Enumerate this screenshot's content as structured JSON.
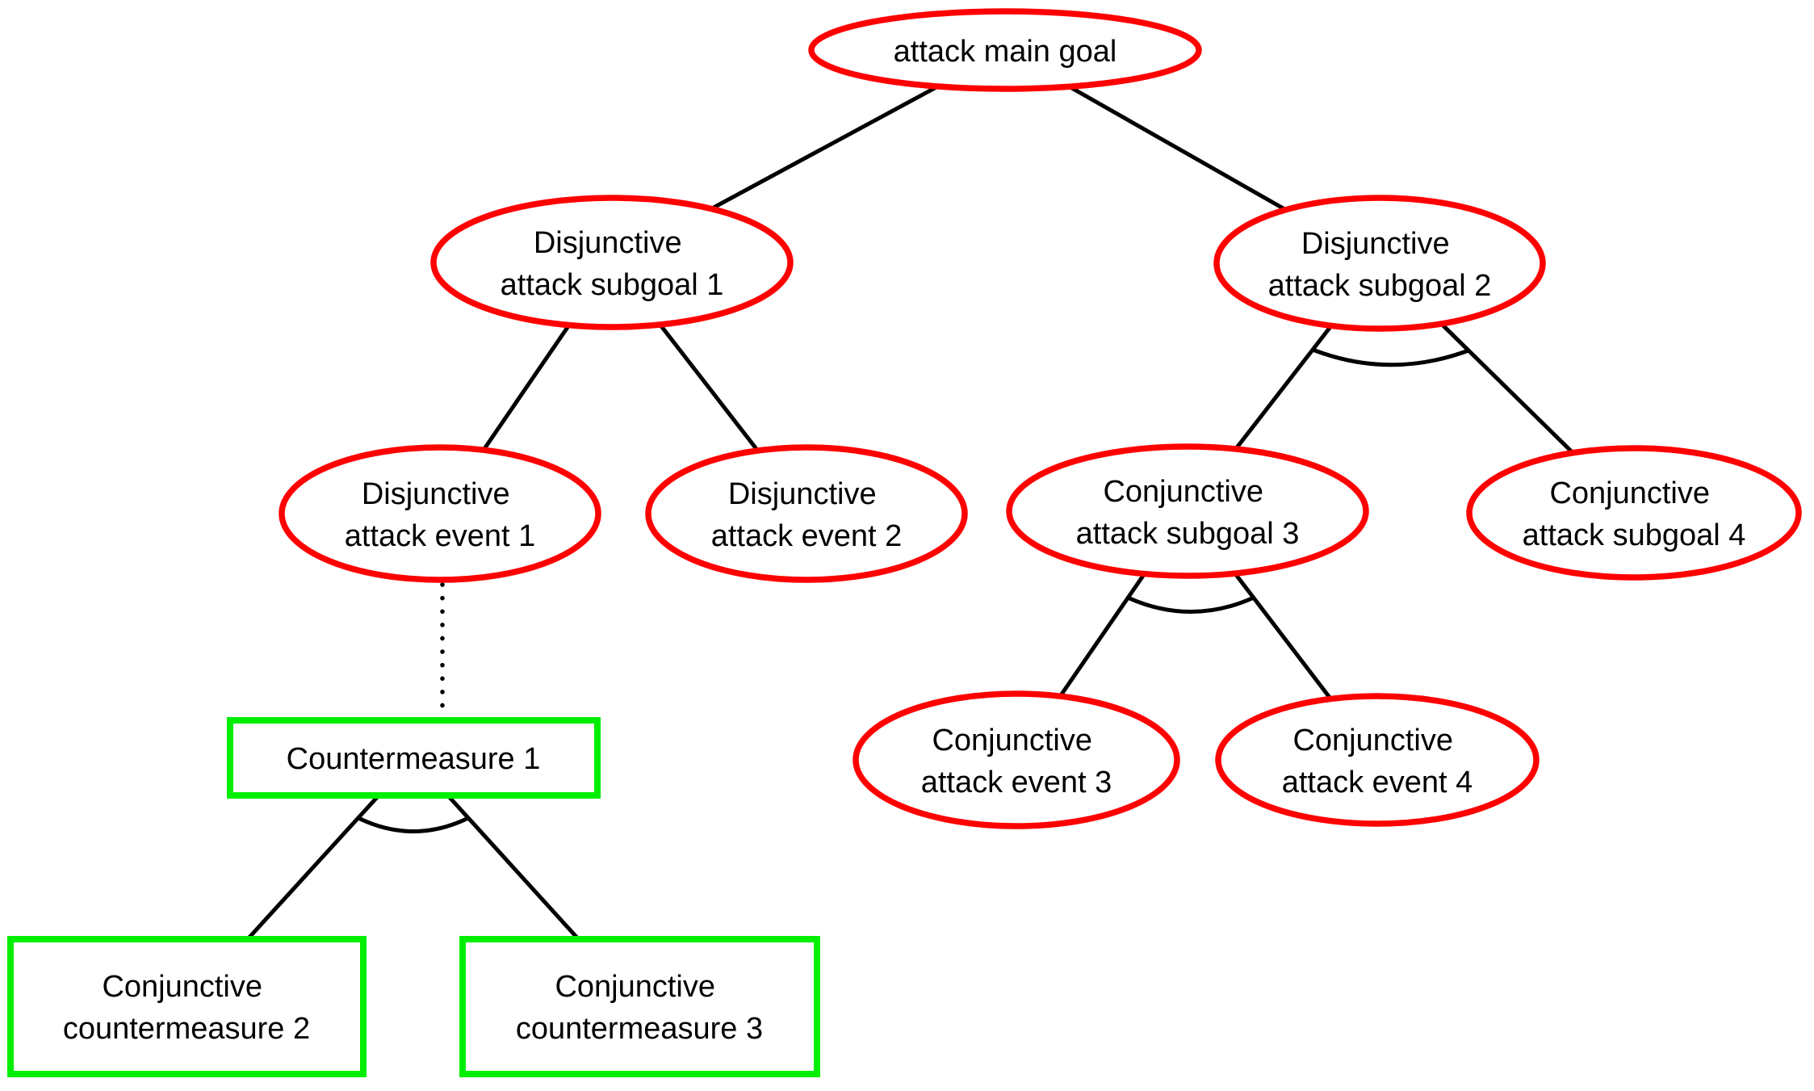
{
  "diagram": {
    "type": "attack-countermeasure-tree",
    "colors": {
      "attack_stroke": "#ff0000",
      "countermeasure_stroke": "#00ee00",
      "edge_stroke": "#000000",
      "text_color": "#000000",
      "background": "#ffffff"
    },
    "nodes": {
      "attack_main_goal": {
        "shape": "ellipse",
        "category": "attack",
        "label": "attack main goal"
      },
      "disjunctive_attack_subgoal_1": {
        "shape": "ellipse",
        "category": "attack",
        "line1": "Disjunctive",
        "line2": "attack subgoal 1"
      },
      "disjunctive_attack_subgoal_2": {
        "shape": "ellipse",
        "category": "attack",
        "line1": "Disjunctive",
        "line2": "attack subgoal 2"
      },
      "disjunctive_attack_event_1": {
        "shape": "ellipse",
        "category": "attack",
        "line1": "Disjunctive",
        "line2": "attack event 1"
      },
      "disjunctive_attack_event_2": {
        "shape": "ellipse",
        "category": "attack",
        "line1": "Disjunctive",
        "line2": "attack event 2"
      },
      "conjunctive_attack_subgoal_3": {
        "shape": "ellipse",
        "category": "attack",
        "line1": "Conjunctive",
        "line2": "attack subgoal 3"
      },
      "conjunctive_attack_subgoal_4": {
        "shape": "ellipse",
        "category": "attack",
        "line1": "Conjunctive",
        "line2": "attack subgoal 4"
      },
      "conjunctive_attack_event_3": {
        "shape": "ellipse",
        "category": "attack",
        "line1": "Conjunctive",
        "line2": "attack event 3"
      },
      "conjunctive_attack_event_4": {
        "shape": "ellipse",
        "category": "attack",
        "line1": "Conjunctive",
        "line2": "attack event 4"
      },
      "countermeasure_1": {
        "shape": "rectangle",
        "category": "countermeasure",
        "label": "Countermeasure 1"
      },
      "conjunctive_countermeasure_2": {
        "shape": "rectangle",
        "category": "countermeasure",
        "line1": "Conjunctive",
        "line2": "countermeasure 2"
      },
      "conjunctive_countermeasure_3": {
        "shape": "rectangle",
        "category": "countermeasure",
        "line1": "Conjunctive",
        "line2": "countermeasure 3"
      }
    },
    "edges": [
      {
        "from": "attack_main_goal",
        "to": "disjunctive_attack_subgoal_1",
        "style": "solid"
      },
      {
        "from": "attack_main_goal",
        "to": "disjunctive_attack_subgoal_2",
        "style": "solid"
      },
      {
        "from": "disjunctive_attack_subgoal_1",
        "to": "disjunctive_attack_event_1",
        "style": "solid"
      },
      {
        "from": "disjunctive_attack_subgoal_1",
        "to": "disjunctive_attack_event_2",
        "style": "solid"
      },
      {
        "from": "disjunctive_attack_subgoal_2",
        "to": "conjunctive_attack_subgoal_3",
        "style": "solid",
        "gate": "AND-arc"
      },
      {
        "from": "disjunctive_attack_subgoal_2",
        "to": "conjunctive_attack_subgoal_4",
        "style": "solid",
        "gate": "AND-arc"
      },
      {
        "from": "conjunctive_attack_subgoal_3",
        "to": "conjunctive_attack_event_3",
        "style": "solid",
        "gate": "AND-arc"
      },
      {
        "from": "conjunctive_attack_subgoal_3",
        "to": "conjunctive_attack_event_4",
        "style": "solid",
        "gate": "AND-arc"
      },
      {
        "from": "disjunctive_attack_event_1",
        "to": "countermeasure_1",
        "style": "dotted"
      },
      {
        "from": "countermeasure_1",
        "to": "conjunctive_countermeasure_2",
        "style": "solid",
        "gate": "AND-arc"
      },
      {
        "from": "countermeasure_1",
        "to": "conjunctive_countermeasure_3",
        "style": "solid",
        "gate": "AND-arc"
      }
    ]
  }
}
